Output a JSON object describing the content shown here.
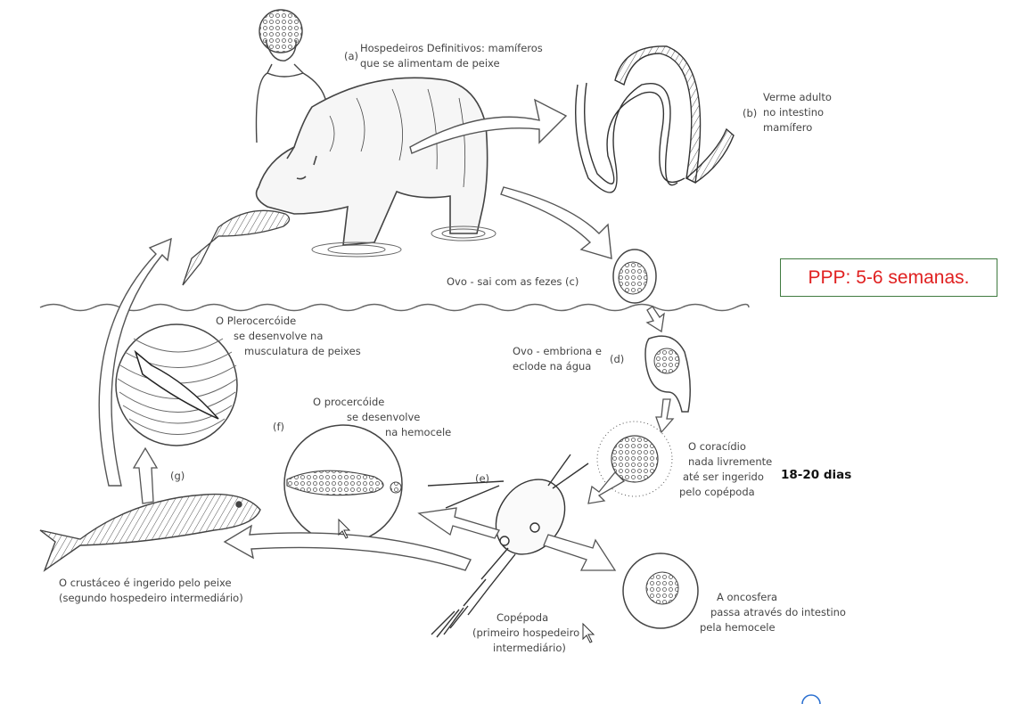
{
  "labels": {
    "a_letter": "(a)",
    "a_line1": "Hospedeiros Definitivos: mamíferos",
    "a_line2": "que se alimentam de peixe",
    "b_letter": "(b)",
    "b_line1": "Verme adulto",
    "b_line2": "no intestino",
    "b_line3": "mamífero",
    "c_text": "Ovo - sai com as fezes (c)",
    "d_line1": "Ovo - embriona e",
    "d_line2": "eclode na água",
    "d_letter": "(d)",
    "cora_line1": "O coracídio",
    "cora_line2": "nada livremente",
    "cora_line3": "até ser ingerido",
    "cora_line4": "pelo copépoda",
    "e_letter": "(e)",
    "onco_line1": "A oncosfera",
    "onco_line2": "passa através do intestino",
    "onco_line3": "pela hemocele",
    "cope_line1": "Copépoda",
    "cope_line2": "(primeiro hospedeiro",
    "cope_line3": "intermediário)",
    "f_letter": "(f)",
    "proc_line1": "O procercóide",
    "proc_line2": "se desenvolve",
    "proc_line3": "na hemocele",
    "g_letter": "(g)",
    "crust_line1": "O crustáceo é ingerido pelo peixe",
    "crust_line2": "(segundo hospedeiro intermediário)",
    "pler_line1": "O Plerocercóide",
    "pler_line2": "se desenvolve na",
    "pler_line3": "musculatura de peixes"
  },
  "annotations": {
    "ppp": "PPP: 5-6 semanas.",
    "days": "18-20 dias"
  },
  "colors": {
    "ppp_text": "#e02020",
    "ppp_border": "#3f7a3f",
    "ink": "#3a3a3a"
  }
}
